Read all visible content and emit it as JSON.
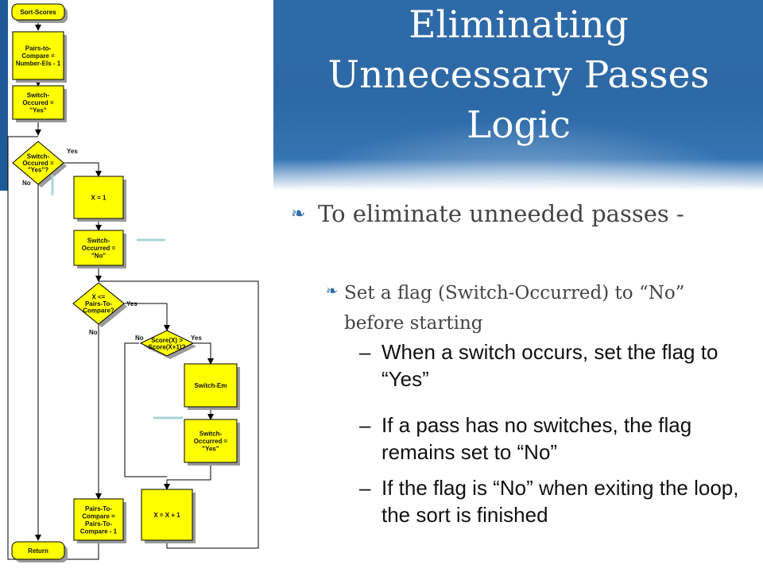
{
  "slide": {
    "title_lines": [
      "Eliminating",
      "Unnecessary Passes",
      "Logic"
    ],
    "bullet_1": "To eliminate unneeded passes -",
    "bullet_2": "Set a flag (Switch-Occurred) to “No” before starting",
    "sub_bullets": [
      "When a switch occurs, set the flag to “Yes”",
      "If a pass has no switches, the flag remains set to “No”",
      "If the flag is “No” when exiting the loop, the sort is finished"
    ],
    "dash": "–",
    "bullet_icon": "flourish-bullet-icon"
  },
  "flowchart": {
    "start": "Sort-Scores",
    "box_pairs_init": [
      "Pairs-to-",
      "Compare =",
      "Number-Els - 1"
    ],
    "box_switch_yes": [
      "Switch-",
      "Occured =",
      "\"Yes\""
    ],
    "diamond_outer": [
      "Switch-",
      "Occured =",
      "\"Yes\"?"
    ],
    "box_x1": [
      "X = 1"
    ],
    "box_switch_no": [
      "Switch-",
      "Occurred =",
      "\"No\""
    ],
    "diamond_inner": [
      "X <=",
      "Pairs-To-",
      "Compare?"
    ],
    "diamond_score": [
      "Score(X) >",
      "Score(X+1)?"
    ],
    "box_switch_em": [
      "Switch-Em"
    ],
    "box_switch_occ_yes": [
      "Switch-",
      "Occurred =",
      "\"Yes\""
    ],
    "box_x_inc": [
      "X = X + 1"
    ],
    "box_pairs_dec": [
      "Pairs-To-",
      "Compare =",
      "Pairs-To-",
      "Compare - 1"
    ],
    "end": "Return",
    "labels": {
      "yes": "Yes",
      "no": "No"
    },
    "colors": {
      "box_fill": "#ffff00",
      "shadow": "#9a9a9a",
      "line": "#000000",
      "pointer": "#a8d4d8",
      "title_band": "#2f6aa8"
    }
  }
}
